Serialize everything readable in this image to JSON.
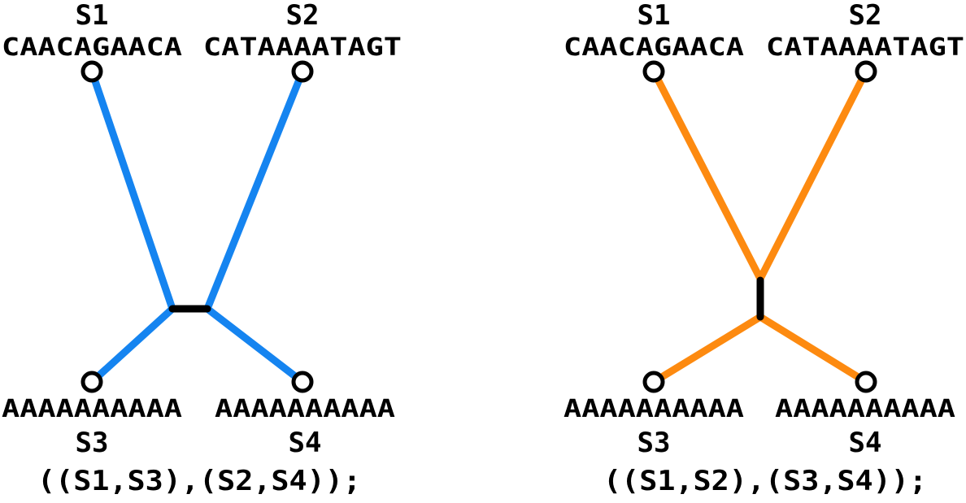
{
  "colors": {
    "tree_left": "#1584F0",
    "tree_right": "#FD8A10",
    "internal_branch": "#000000",
    "node_fill": "#FFFFFF",
    "node_stroke": "#000000"
  },
  "trees": [
    {
      "topology": "((S1,S3),(S2,S4));",
      "taxa": {
        "s1": {
          "name": "S1",
          "sequence": "CAACAGAACA"
        },
        "s2": {
          "name": "S2",
          "sequence": "CATAAAATAGT"
        },
        "s3": {
          "name": "S3",
          "sequence": "AAAAAAAAAA"
        },
        "s4": {
          "name": "S4",
          "sequence": "AAAAAAAAAA"
        }
      }
    },
    {
      "topology": "((S1,S2),(S3,S4));",
      "taxa": {
        "s1": {
          "name": "S1",
          "sequence": "CAACAGAACA"
        },
        "s2": {
          "name": "S2",
          "sequence": "CATAAAATAGT"
        },
        "s3": {
          "name": "S3",
          "sequence": "AAAAAAAAAA"
        },
        "s4": {
          "name": "S4",
          "sequence": "AAAAAAAAAA"
        }
      }
    }
  ]
}
